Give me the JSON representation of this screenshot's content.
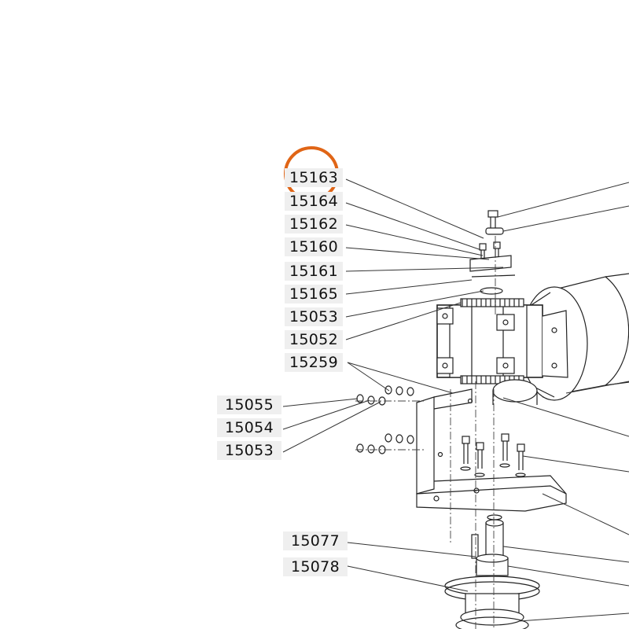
{
  "diagram": {
    "highlight_color": "#e06516",
    "highlighted_part": "15163",
    "callouts": [
      {
        "id": "15163"
      },
      {
        "id": "15164"
      },
      {
        "id": "15162"
      },
      {
        "id": "15160"
      },
      {
        "id": "15161"
      },
      {
        "id": "15165"
      },
      {
        "id": "15053"
      },
      {
        "id": "15052"
      },
      {
        "id": "15259"
      },
      {
        "id": "15055"
      },
      {
        "id": "15054"
      },
      {
        "id": "15053"
      },
      {
        "id": "15077"
      },
      {
        "id": "15078"
      }
    ]
  }
}
